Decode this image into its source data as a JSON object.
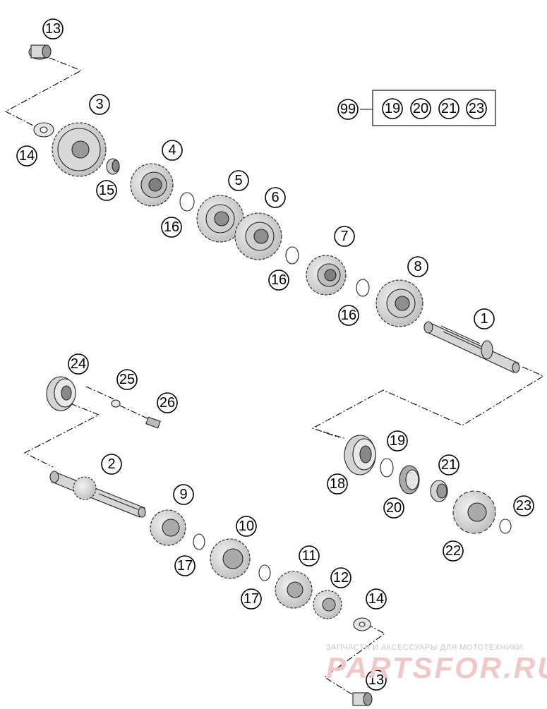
{
  "diagram": {
    "callouts": [
      {
        "id": "c13a",
        "label": "13"
      },
      {
        "id": "c3",
        "label": "3"
      },
      {
        "id": "c14a",
        "label": "14"
      },
      {
        "id": "c15",
        "label": "15"
      },
      {
        "id": "c4",
        "label": "4"
      },
      {
        "id": "c16a",
        "label": "16"
      },
      {
        "id": "c5",
        "label": "5"
      },
      {
        "id": "c6",
        "label": "6"
      },
      {
        "id": "c16b",
        "label": "16"
      },
      {
        "id": "c7",
        "label": "7"
      },
      {
        "id": "c16c",
        "label": "16"
      },
      {
        "id": "c8",
        "label": "8"
      },
      {
        "id": "c1",
        "label": "1"
      },
      {
        "id": "c99",
        "label": "99"
      },
      {
        "id": "c19a",
        "label": "19"
      },
      {
        "id": "c20a",
        "label": "20"
      },
      {
        "id": "c21a",
        "label": "21"
      },
      {
        "id": "c23a",
        "label": "23"
      },
      {
        "id": "c24",
        "label": "24"
      },
      {
        "id": "c25",
        "label": "25"
      },
      {
        "id": "c26",
        "label": "26"
      },
      {
        "id": "c2",
        "label": "2"
      },
      {
        "id": "c9",
        "label": "9"
      },
      {
        "id": "c17a",
        "label": "17"
      },
      {
        "id": "c10",
        "label": "10"
      },
      {
        "id": "c17b",
        "label": "17"
      },
      {
        "id": "c11",
        "label": "11"
      },
      {
        "id": "c12",
        "label": "12"
      },
      {
        "id": "c14b",
        "label": "14"
      },
      {
        "id": "c13b",
        "label": "13"
      },
      {
        "id": "c19b",
        "label": "19"
      },
      {
        "id": "c18",
        "label": "18"
      },
      {
        "id": "c20b",
        "label": "20"
      },
      {
        "id": "c21b",
        "label": "21"
      },
      {
        "id": "c22",
        "label": "22"
      },
      {
        "id": "c23b",
        "label": "23"
      }
    ]
  },
  "watermark": {
    "caption": "ЗАПЧАСТИ И АКСЕССУАРЫ ДЛЯ МОТОТЕХНИКИ",
    "logo": "PARTSFOR.RU"
  }
}
